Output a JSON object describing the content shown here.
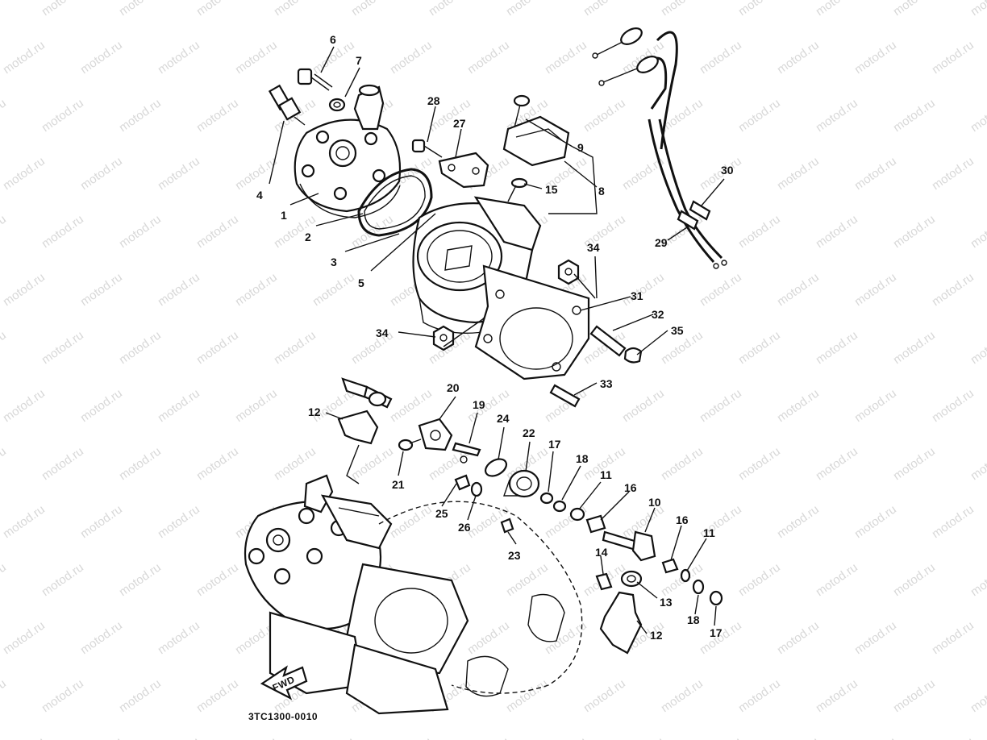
{
  "watermark": "motod.ru",
  "diagram_code": "3TC1300-0010",
  "fwd_arrow_label": "FWD",
  "callouts": [
    {
      "id": "c1",
      "text": "1"
    },
    {
      "id": "c2",
      "text": "2"
    },
    {
      "id": "c3",
      "text": "3"
    },
    {
      "id": "c4",
      "text": "4"
    },
    {
      "id": "c5",
      "text": "5"
    },
    {
      "id": "c6",
      "text": "6"
    },
    {
      "id": "c7",
      "text": "7"
    },
    {
      "id": "c8",
      "text": "8"
    },
    {
      "id": "c9",
      "text": "9"
    },
    {
      "id": "c10",
      "text": "10"
    },
    {
      "id": "c11a",
      "text": "11"
    },
    {
      "id": "c11b",
      "text": "11"
    },
    {
      "id": "c12a",
      "text": "12"
    },
    {
      "id": "c12b",
      "text": "12"
    },
    {
      "id": "c13",
      "text": "13"
    },
    {
      "id": "c14",
      "text": "14"
    },
    {
      "id": "c15",
      "text": "15"
    },
    {
      "id": "c16a",
      "text": "16"
    },
    {
      "id": "c16b",
      "text": "16"
    },
    {
      "id": "c17a",
      "text": "17"
    },
    {
      "id": "c17b",
      "text": "17"
    },
    {
      "id": "c18a",
      "text": "18"
    },
    {
      "id": "c18b",
      "text": "18"
    },
    {
      "id": "c19",
      "text": "19"
    },
    {
      "id": "c20",
      "text": "20"
    },
    {
      "id": "c21",
      "text": "21"
    },
    {
      "id": "c22",
      "text": "22"
    },
    {
      "id": "c23",
      "text": "23"
    },
    {
      "id": "c24",
      "text": "24"
    },
    {
      "id": "c25",
      "text": "25"
    },
    {
      "id": "c26",
      "text": "26"
    },
    {
      "id": "c27",
      "text": "27"
    },
    {
      "id": "c28",
      "text": "28"
    },
    {
      "id": "c29",
      "text": "29"
    },
    {
      "id": "c30",
      "text": "30"
    },
    {
      "id": "c31",
      "text": "31"
    },
    {
      "id": "c32",
      "text": "32"
    },
    {
      "id": "c33",
      "text": "33"
    },
    {
      "id": "c34a",
      "text": "34"
    },
    {
      "id": "c34b",
      "text": "34"
    },
    {
      "id": "c35",
      "text": "35"
    }
  ]
}
